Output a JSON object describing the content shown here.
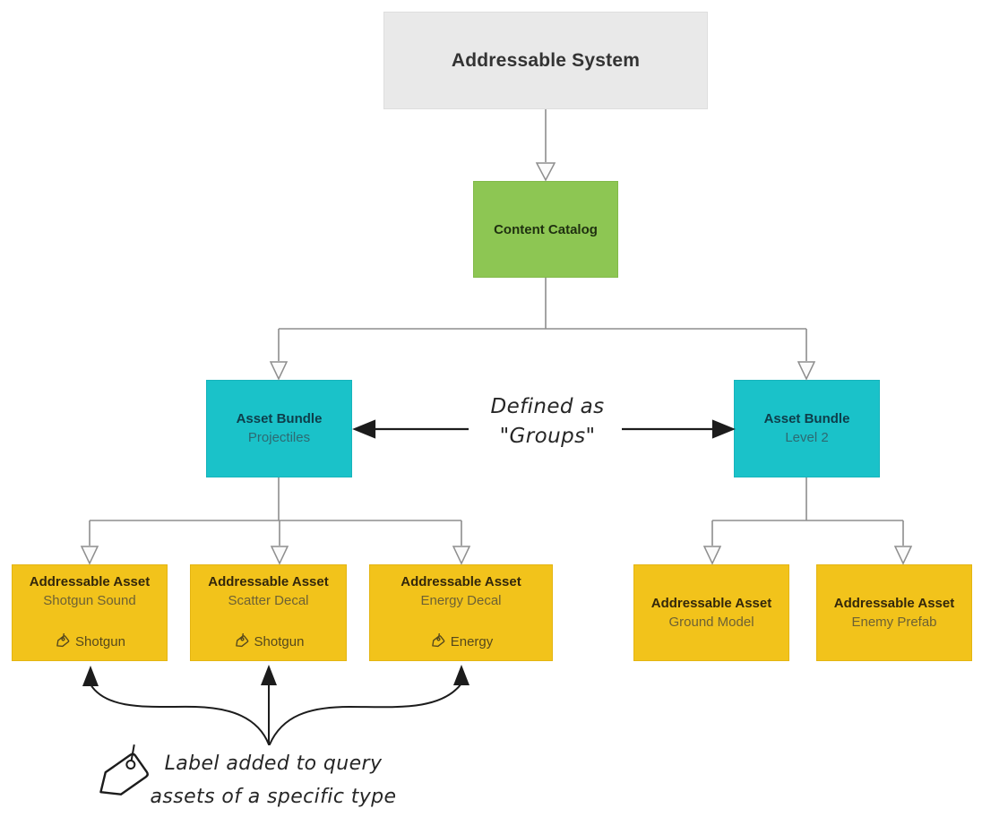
{
  "diagram": {
    "nodes": {
      "system": {
        "label": "Addressable System"
      },
      "catalog": {
        "label": "Content Catalog"
      },
      "bundle_left": {
        "title": "Asset Bundle",
        "subtitle": "Projectiles"
      },
      "bundle_right": {
        "title": "Asset Bundle",
        "subtitle": "Level 2"
      },
      "assets": [
        {
          "title": "Addressable Asset",
          "subtitle": "Shotgun Sound",
          "tag": "Shotgun"
        },
        {
          "title": "Addressable Asset",
          "subtitle": "Scatter Decal",
          "tag": "Shotgun"
        },
        {
          "title": "Addressable Asset",
          "subtitle": "Energy Decal",
          "tag": "Energy"
        },
        {
          "title": "Addressable Asset",
          "subtitle": "Ground Model"
        },
        {
          "title": "Addressable Asset",
          "subtitle": "Enemy Prefab"
        }
      ]
    },
    "annotations": {
      "defined_as": {
        "line1": "Defined as",
        "line2": "\"Groups\""
      },
      "label_note": {
        "line1": "Label added to query",
        "line2": "assets of a specific type"
      }
    },
    "icons": {
      "asset_label": "tag-icon",
      "note_label": "tag-icon"
    },
    "colors": {
      "system_box": "#e9e9e9",
      "catalog_box": "#8dc653",
      "bundle_box": "#1ac2c9",
      "asset_box": "#f2c31b",
      "tree_connector": "#8e8e8e",
      "annotation_ink": "#1c1c1c",
      "background": "#ffffff"
    }
  }
}
